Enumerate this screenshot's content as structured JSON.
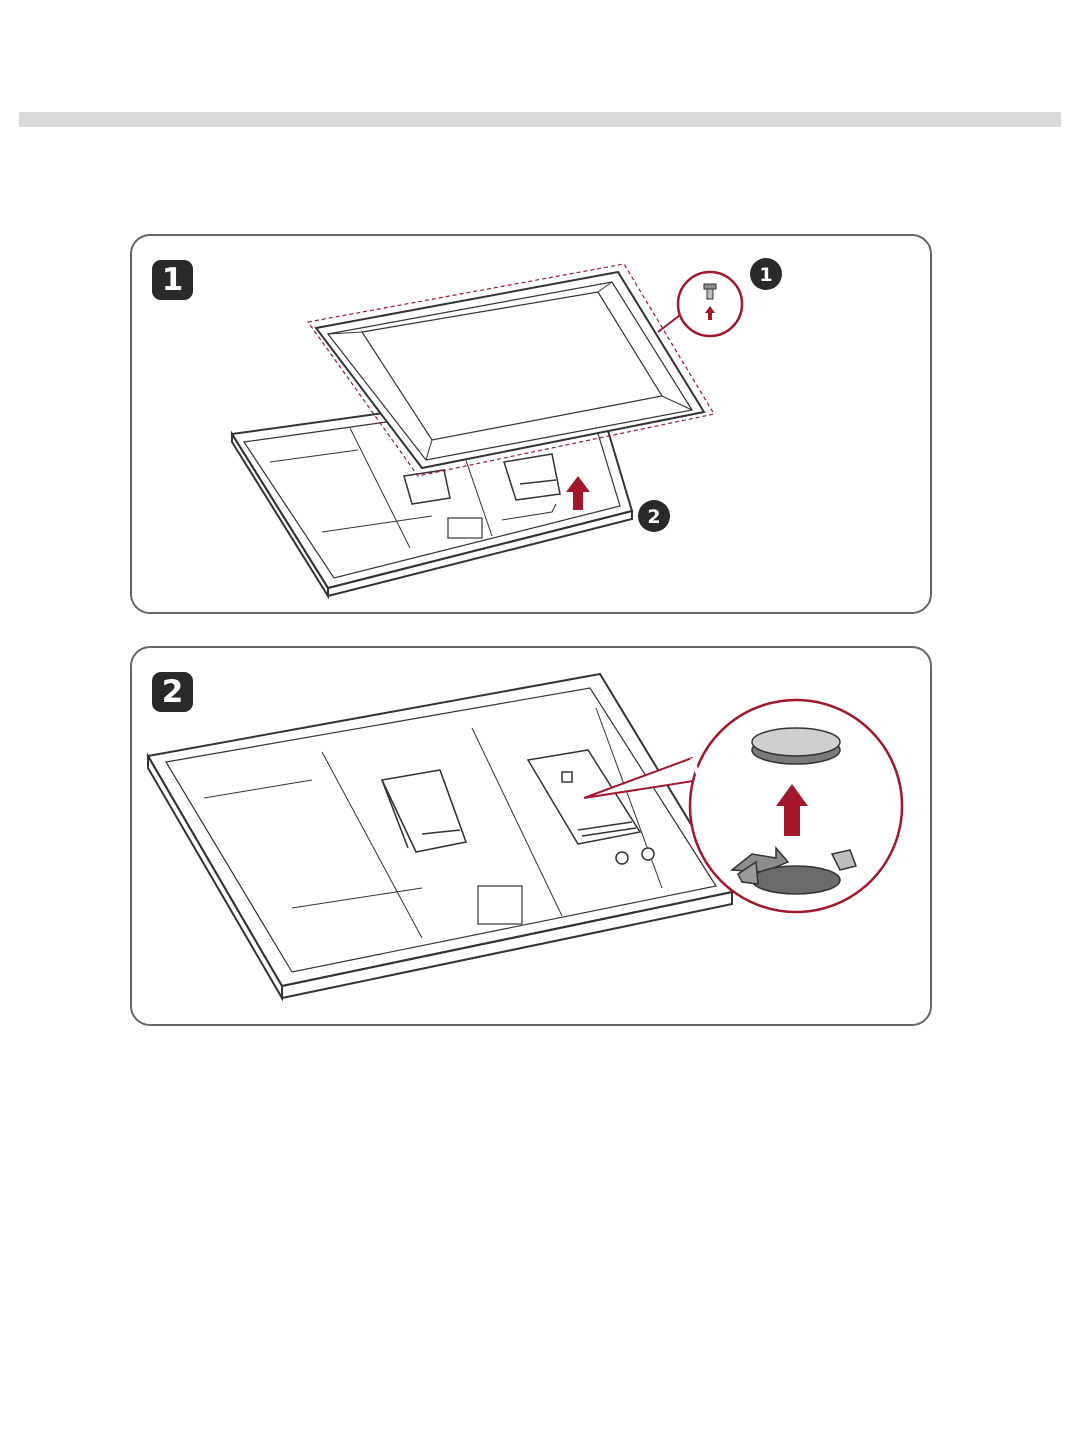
{
  "colors": {
    "accent": "#a3172a",
    "line": "#333333",
    "part_fill": "#8c8c8c",
    "badge": "#2a2a2a",
    "header_bar": "#d9d9d9"
  },
  "steps": [
    {
      "number": "1",
      "callouts": [
        "1",
        "2"
      ],
      "icons": [
        "screw-icon",
        "up-arrow-icon"
      ]
    },
    {
      "number": "2",
      "icons": [
        "coin-battery-icon",
        "battery-holder-icon",
        "up-arrow-icon"
      ]
    }
  ]
}
